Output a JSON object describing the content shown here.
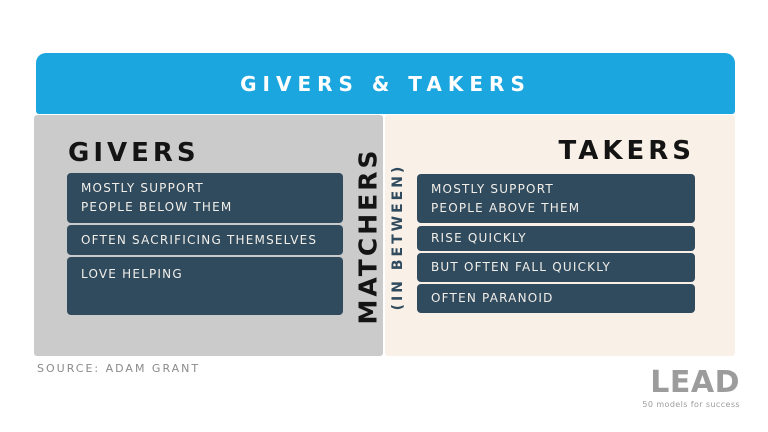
{
  "header": {
    "title": "GIVERS & TAKERS"
  },
  "givers": {
    "heading": "GIVERS",
    "items": [
      "MOSTLY SUPPORT\nPEOPLE BELOW THEM",
      "OFTEN SACRIFICING THEMSELVES",
      "LOVE HELPING"
    ]
  },
  "matchers": {
    "label": "MATCHERS",
    "sublabel": "(IN BETWEEN)"
  },
  "takers": {
    "heading": "TAKERS",
    "items": [
      "MOSTLY SUPPORT\nPEOPLE ABOVE THEM",
      "RISE QUICKLY",
      "BUT OFTEN FALL QUICKLY",
      "OFTEN PARANOID"
    ]
  },
  "footer": {
    "source": "SOURCE: ADAM GRANT",
    "logo_wordmark": "LEAD",
    "logo_tagline": "50 models for success"
  },
  "colors": {
    "header_blue": "#1CA6DF",
    "panel_gray": "#CBCBCB",
    "panel_cream": "#F9F1E7",
    "box_navy": "#304A5E",
    "heading_black": "#141414",
    "box_text_white": "#F2EFE9",
    "source_gray": "#8A8A8A",
    "logo_gray": "#9C9C9C"
  }
}
